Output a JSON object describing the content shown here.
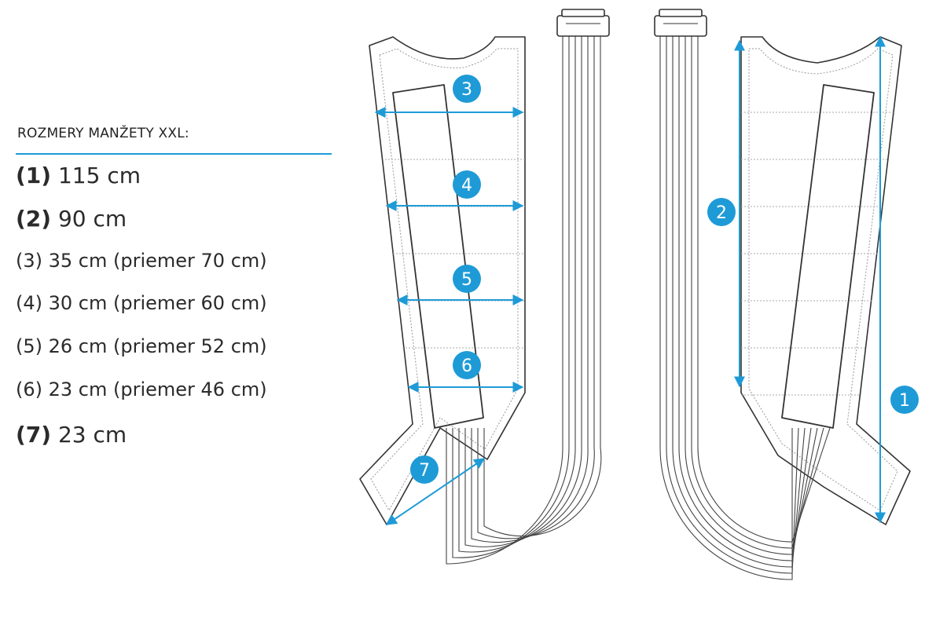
{
  "title": "ROZMERY MANŽETY XXL:",
  "accent_color": "#1e9bd7",
  "dimensions": [
    {
      "label": "(1)",
      "value": "115 cm"
    },
    {
      "label": "(2)",
      "value": "90 cm"
    },
    {
      "text": "(3) 35 cm (priemer 70 cm)"
    },
    {
      "text": "(4) 30 cm (priemer 60 cm)"
    },
    {
      "text": "(5) 26 cm (priemer 52 cm)"
    },
    {
      "text": "(6) 23 cm (priemer 46 cm)"
    },
    {
      "label": "(7)",
      "value": "23 cm"
    }
  ],
  "markers": [
    "1",
    "2",
    "3",
    "4",
    "5",
    "6",
    "7"
  ]
}
